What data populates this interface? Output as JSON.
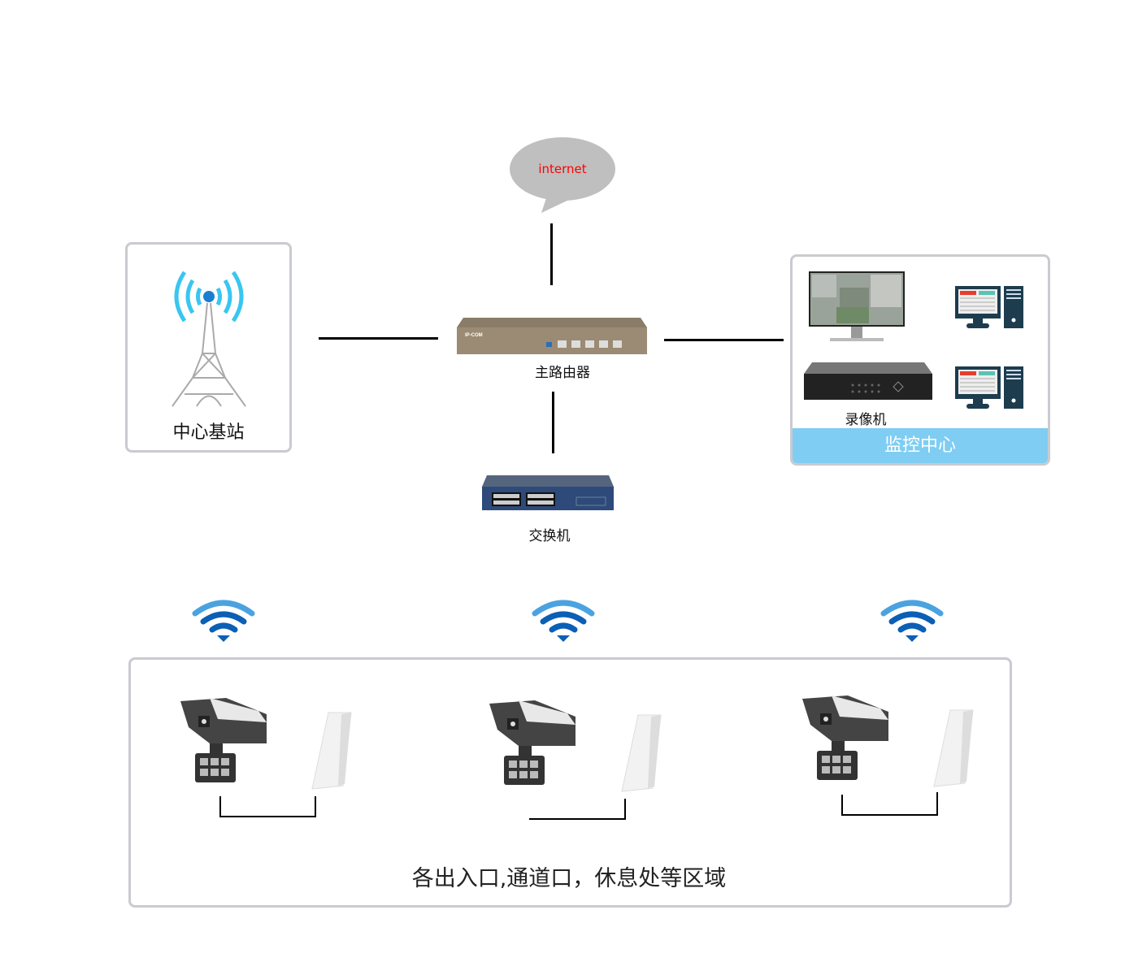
{
  "internet": {
    "label": "internet",
    "label_color": "#ff0000",
    "bubble_color": "#bfbfbf"
  },
  "base_station": {
    "label": "中心基站",
    "icon": "antenna-tower-icon"
  },
  "router": {
    "label": "主路由器",
    "brand": "IP-COM",
    "icon": "router-icon"
  },
  "switch": {
    "label": "交换机",
    "icon": "switch-icon"
  },
  "monitor_center": {
    "title": "监控中心",
    "title_bg": "#7fcdf2",
    "nvr_label": "录像机",
    "devices": [
      "monitor-icon",
      "computer-icon",
      "nvr-icon",
      "computer-icon"
    ]
  },
  "area": {
    "label": "各出入口,通道口，休息处等区域",
    "groups": [
      {
        "camera": "bullet-camera-icon",
        "bridge": "wireless-bridge-icon",
        "wifi": "wifi-icon"
      },
      {
        "camera": "bullet-camera-icon",
        "bridge": "wireless-bridge-icon",
        "wifi": "wifi-icon"
      },
      {
        "camera": "bullet-camera-icon",
        "bridge": "wireless-bridge-icon",
        "wifi": "wifi-icon"
      }
    ]
  },
  "colors": {
    "wifi_light": "#4aa3e0",
    "wifi_dark": "#0b5fb5",
    "border": "#c9cbd0"
  }
}
